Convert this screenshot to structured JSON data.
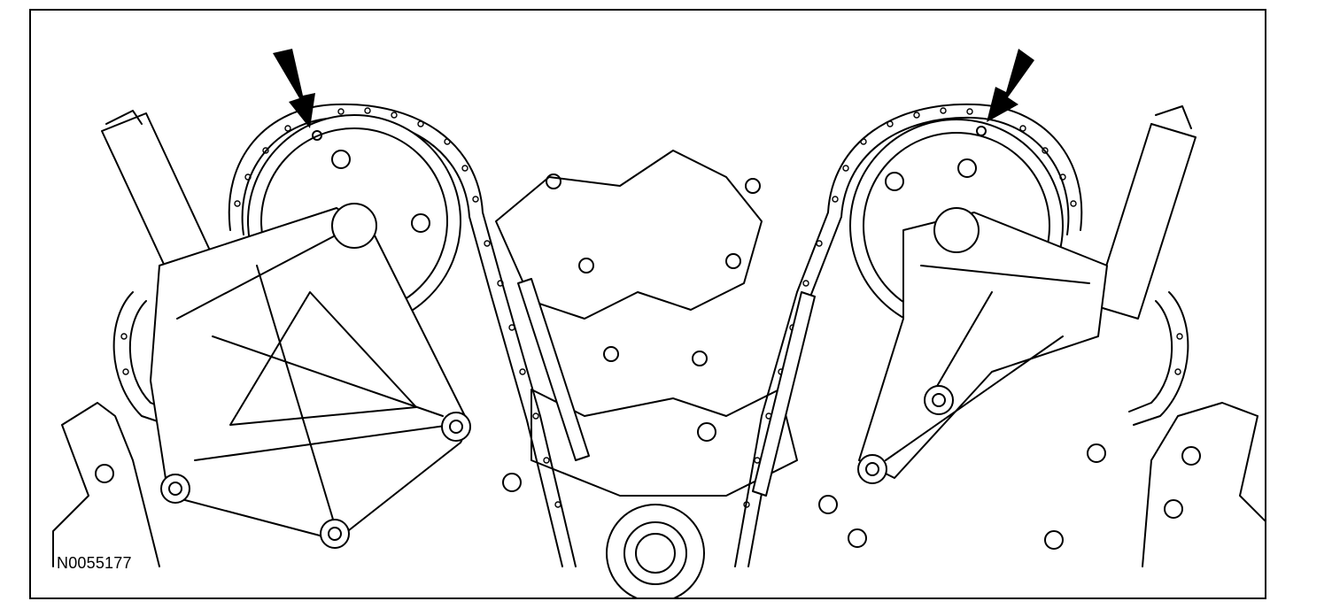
{
  "figure": {
    "id_label": "N0055177",
    "colors": {
      "line": "#000000",
      "background": "#ffffff"
    },
    "callouts": [
      {
        "name": "left-timing-mark",
        "icon": "arrow-icon"
      },
      {
        "name": "right-timing-mark",
        "icon": "arrow-icon"
      }
    ]
  }
}
